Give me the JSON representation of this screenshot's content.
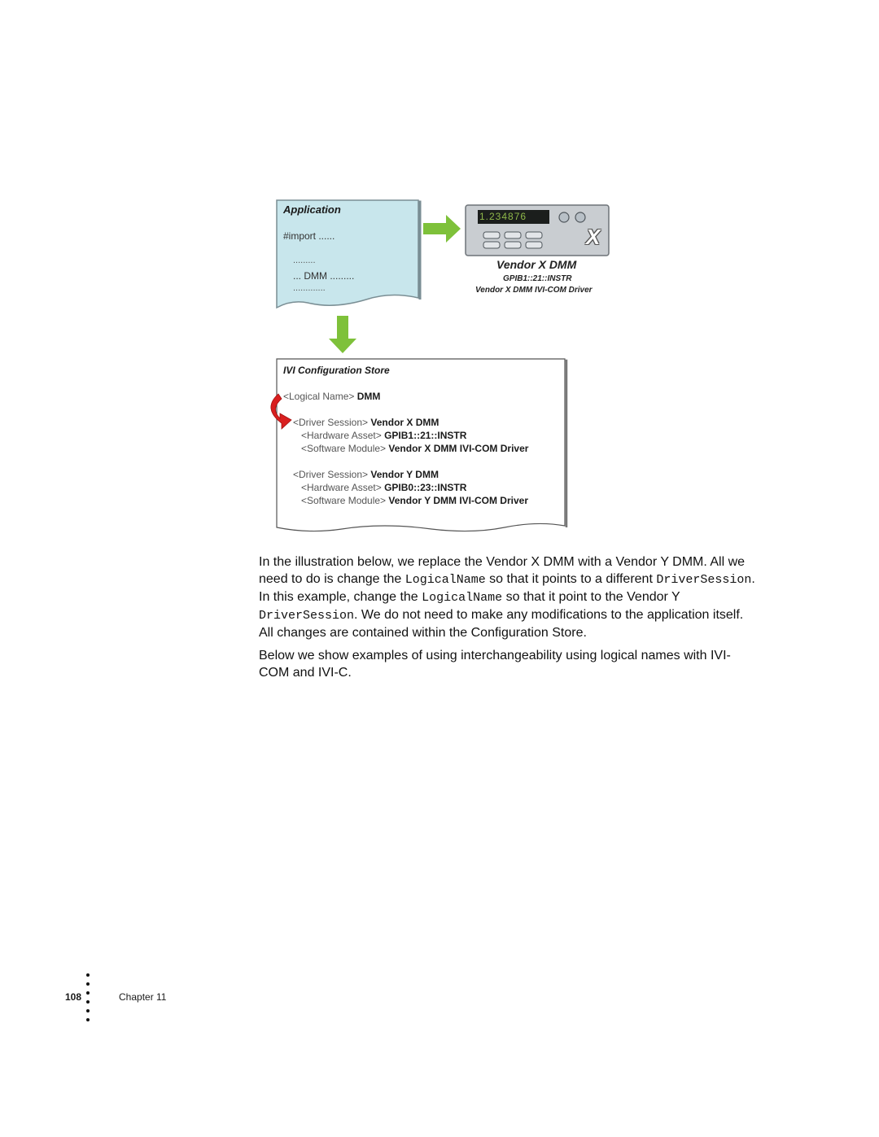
{
  "figure": {
    "application": {
      "title": "Application",
      "import_line": "#import ......",
      "dots_1": ".........",
      "dmm_line": "... DMM .........",
      "dots_2": "............."
    },
    "dmm_device": {
      "readout": "1.234876",
      "logo": "X",
      "name": "Vendor X DMM",
      "address": "GPIB1::21::INSTR",
      "driver": "Vendor X DMM IVI-COM Driver"
    },
    "config_store": {
      "title": "IVI Configuration Store",
      "logical_name_tag": "<Logical Name>",
      "logical_name_value": "DMM",
      "sessions": [
        {
          "session_tag": "<Driver Session>",
          "session_value": "Vendor X DMM",
          "hardware_tag": "<Hardware Asset>",
          "hardware_value": "GPIB1::21::INSTR",
          "software_tag": "<Software Module>",
          "software_value": "Vendor X DMM IVI-COM Driver"
        },
        {
          "session_tag": "<Driver Session>",
          "session_value": "Vendor Y DMM",
          "hardware_tag": "<Hardware Asset>",
          "hardware_value": "GPIB0::23::INSTR",
          "software_tag": "<Software Module>",
          "software_value": "Vendor Y DMM IVI-COM Driver"
        }
      ]
    },
    "colors": {
      "app_box": "#c8e6ec",
      "arrow_green": "#7ec13a",
      "arrow_red": "#d91f1f",
      "dmm_body": "#c9cdd1"
    }
  },
  "body": {
    "para1": {
      "t1": "In the illustration below, we replace the Vendor X DMM with a Vendor Y DMM. All we need to do is change the ",
      "c1": "LogicalName",
      "t2": " so that it points to a different ",
      "c2": "DriverSession",
      "t3": ". In this example, change the ",
      "c3": "LogicalName",
      "t4": " so that it point to the Vendor Y ",
      "c4": "DriverSession",
      "t5": ". We do not need to make any modifications to the application itself. All changes are contained within the Configuration Store."
    },
    "para2": "Below we show examples of using interchangeability using logical names with IVI-COM and IVI-C."
  },
  "footer": {
    "page_number": "108",
    "chapter": "Chapter 11"
  }
}
